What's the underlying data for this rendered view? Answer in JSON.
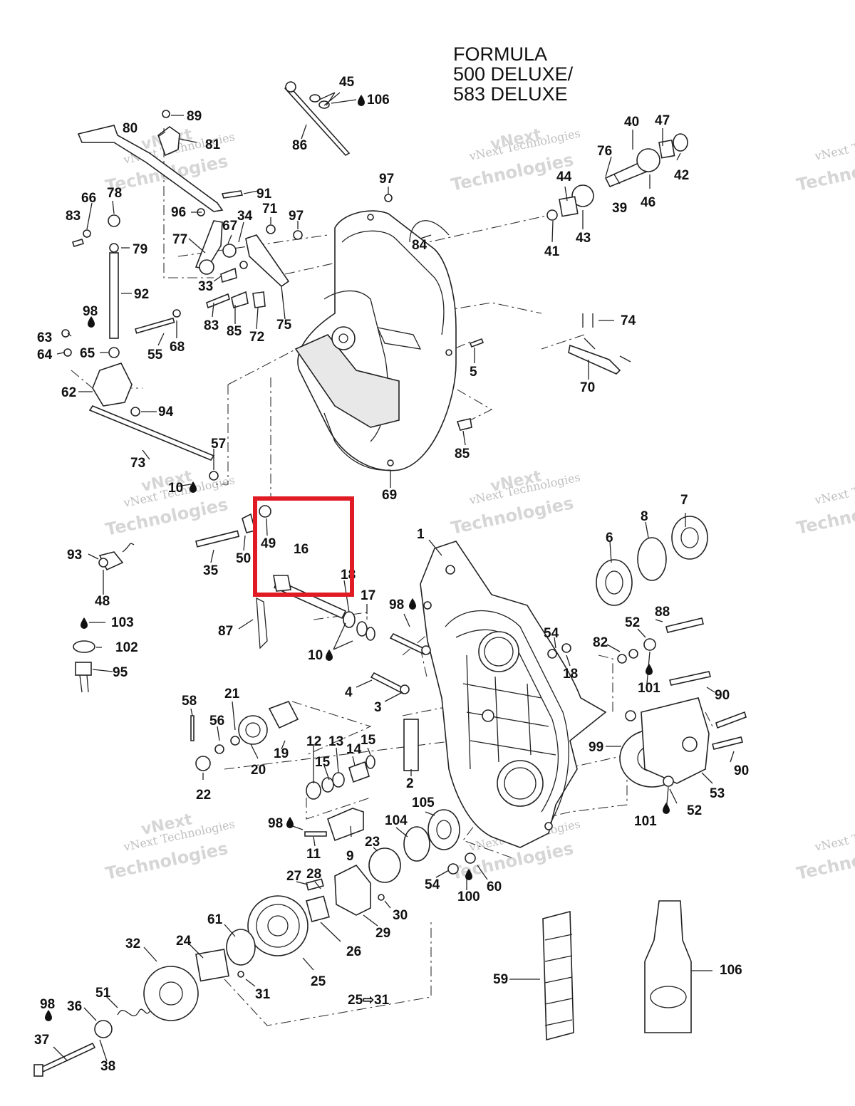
{
  "title": [
    "FORMULA",
    "500 DELUXE/",
    "583 DELUXE"
  ],
  "watermark": {
    "line1": "vNext Technologies",
    "line2": "vNext",
    "line3": "Technologies"
  },
  "highlight_color": "#e01b24",
  "labels": [
    {
      "t": "45"
    },
    {
      "t": "106"
    },
    {
      "t": "89"
    },
    {
      "t": "80"
    },
    {
      "t": "81"
    },
    {
      "t": "86"
    },
    {
      "t": "40"
    },
    {
      "t": "47"
    },
    {
      "t": "76"
    },
    {
      "t": "42"
    },
    {
      "t": "44"
    },
    {
      "t": "46"
    },
    {
      "t": "39"
    },
    {
      "t": "43"
    },
    {
      "t": "41"
    },
    {
      "t": "97"
    },
    {
      "t": "91"
    },
    {
      "t": "66"
    },
    {
      "t": "78"
    },
    {
      "t": "83"
    },
    {
      "t": "96"
    },
    {
      "t": "34"
    },
    {
      "t": "71"
    },
    {
      "t": "97"
    },
    {
      "t": "84"
    },
    {
      "t": "77"
    },
    {
      "t": "67"
    },
    {
      "t": "79"
    },
    {
      "t": "33"
    },
    {
      "t": "92"
    },
    {
      "t": "83"
    },
    {
      "t": "85"
    },
    {
      "t": "72"
    },
    {
      "t": "75"
    },
    {
      "t": "74"
    },
    {
      "t": "98"
    },
    {
      "t": "63"
    },
    {
      "t": "55"
    },
    {
      "t": "68"
    },
    {
      "t": "64"
    },
    {
      "t": "65"
    },
    {
      "t": "5"
    },
    {
      "t": "70"
    },
    {
      "t": "62"
    },
    {
      "t": "94"
    },
    {
      "t": "85"
    },
    {
      "t": "73"
    },
    {
      "t": "57"
    },
    {
      "t": "69"
    },
    {
      "t": "10"
    },
    {
      "t": "7"
    },
    {
      "t": "8"
    },
    {
      "t": "49"
    },
    {
      "t": "16"
    },
    {
      "t": "1"
    },
    {
      "t": "6"
    },
    {
      "t": "93"
    },
    {
      "t": "50"
    },
    {
      "t": "35"
    },
    {
      "t": "18"
    },
    {
      "t": "48"
    },
    {
      "t": "17"
    },
    {
      "t": "98"
    },
    {
      "t": "88"
    },
    {
      "t": "103"
    },
    {
      "t": "87"
    },
    {
      "t": "52"
    },
    {
      "t": "54"
    },
    {
      "t": "102"
    },
    {
      "t": "82"
    },
    {
      "t": "10"
    },
    {
      "t": "18"
    },
    {
      "t": "95"
    },
    {
      "t": "101"
    },
    {
      "t": "4"
    },
    {
      "t": "90"
    },
    {
      "t": "21"
    },
    {
      "t": "3"
    },
    {
      "t": "58"
    },
    {
      "t": "56"
    },
    {
      "t": "99"
    },
    {
      "t": "12"
    },
    {
      "t": "13"
    },
    {
      "t": "15"
    },
    {
      "t": "14"
    },
    {
      "t": "90"
    },
    {
      "t": "19"
    },
    {
      "t": "15"
    },
    {
      "t": "20"
    },
    {
      "t": "22"
    },
    {
      "t": "2"
    },
    {
      "t": "53"
    },
    {
      "t": "105"
    },
    {
      "t": "52"
    },
    {
      "t": "98"
    },
    {
      "t": "104"
    },
    {
      "t": "101"
    },
    {
      "t": "9"
    },
    {
      "t": "11"
    },
    {
      "t": "23"
    },
    {
      "t": "27"
    },
    {
      "t": "28"
    },
    {
      "t": "54"
    },
    {
      "t": "60"
    },
    {
      "t": "100"
    },
    {
      "t": "30"
    },
    {
      "t": "61"
    },
    {
      "t": "32"
    },
    {
      "t": "24"
    },
    {
      "t": "26"
    },
    {
      "t": "29"
    },
    {
      "t": "106"
    },
    {
      "t": "25"
    },
    {
      "t": "59"
    },
    {
      "t": "51"
    },
    {
      "t": "31"
    },
    {
      "t": "98"
    },
    {
      "t": "36"
    },
    {
      "t": "25⇨31"
    },
    {
      "t": "37"
    },
    {
      "t": "38"
    }
  ]
}
